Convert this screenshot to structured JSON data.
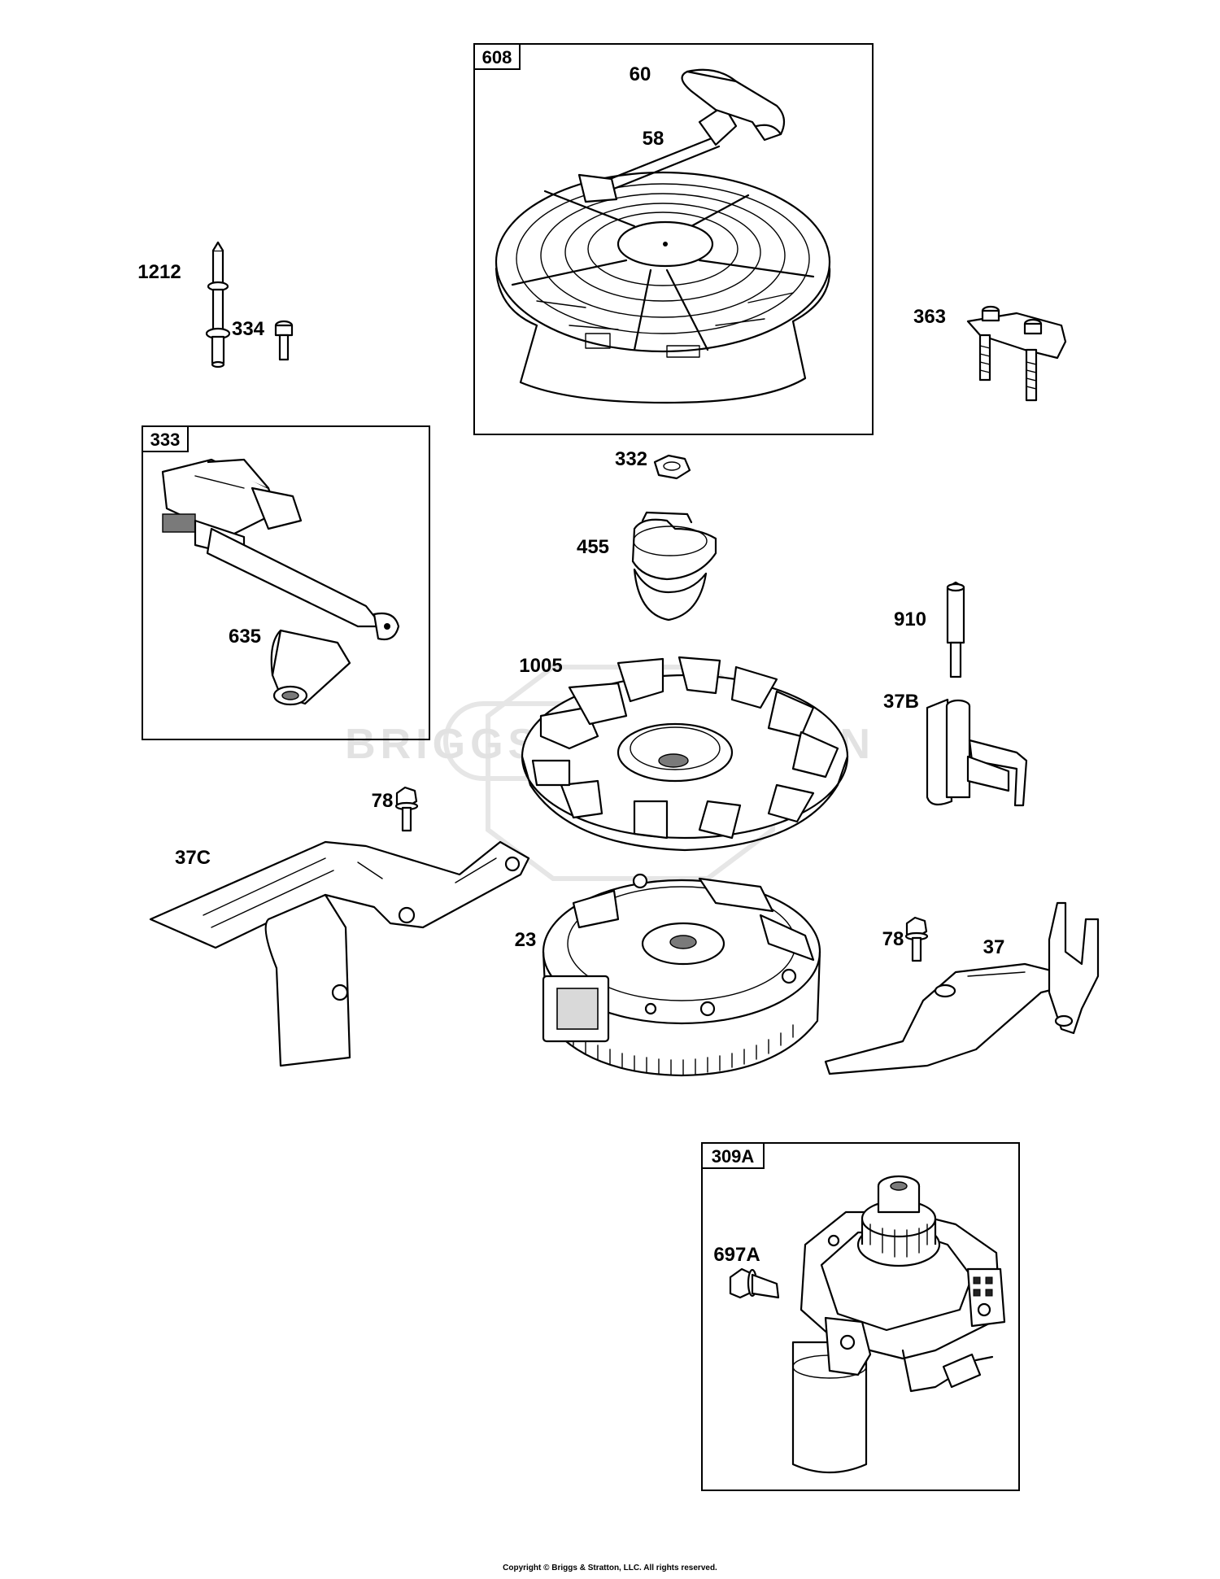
{
  "watermark": "BRIGGS & STRATTON",
  "copyright": "Copyright © Briggs & Stratton, LLC. All rights reserved.",
  "boxes": [
    {
      "id": "608",
      "label": "608"
    },
    {
      "id": "333",
      "label": "333"
    },
    {
      "id": "309A",
      "label": "309A"
    }
  ],
  "part_labels": [
    {
      "id": "60",
      "label": "60"
    },
    {
      "id": "58",
      "label": "58"
    },
    {
      "id": "1212",
      "label": "1212"
    },
    {
      "id": "334",
      "label": "334"
    },
    {
      "id": "363",
      "label": "363"
    },
    {
      "id": "332",
      "label": "332"
    },
    {
      "id": "455",
      "label": "455"
    },
    {
      "id": "635",
      "label": "635"
    },
    {
      "id": "910",
      "label": "910"
    },
    {
      "id": "1005",
      "label": "1005"
    },
    {
      "id": "37B",
      "label": "37B"
    },
    {
      "id": "78a",
      "label": "78"
    },
    {
      "id": "37C",
      "label": "37C"
    },
    {
      "id": "23",
      "label": "23"
    },
    {
      "id": "78b",
      "label": "78"
    },
    {
      "id": "37",
      "label": "37"
    },
    {
      "id": "697A",
      "label": "697A"
    }
  ]
}
